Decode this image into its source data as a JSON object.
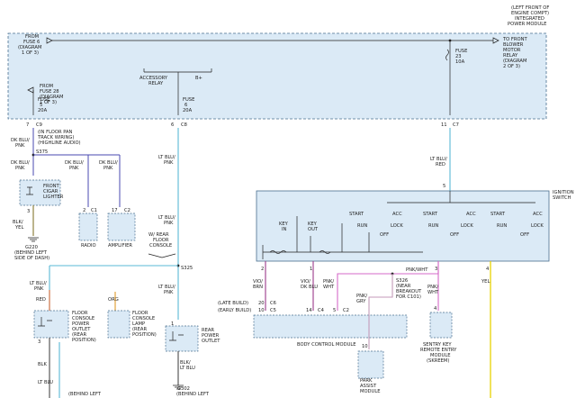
{
  "header": {
    "location_lines": [
      "(LEFT FRONT OF",
      "ENGINE COMPT)",
      "INTEGRATED",
      "POWER MODULE"
    ]
  },
  "ipm": {
    "from_fuse6": [
      "FROM",
      "FUSE 6",
      "(DIAGRAM",
      "1 OF 3)"
    ],
    "to_front_blower": [
      "TO FRONT",
      "BLOWER",
      "MOTOR",
      "RELAY",
      "(DIAGRAM",
      "2 OF 3)"
    ],
    "from_fuse28": [
      "FROM",
      "FUSE 28",
      "(DIAGRAM",
      "1 OF 3)"
    ],
    "accessory_relay": [
      "ACCESSORY",
      "RELAY"
    ],
    "bplus": "B+",
    "fuse_left": [
      "FUSE",
      "5",
      "20A"
    ],
    "fuse_mid": [
      "FUSE",
      "6",
      "20A"
    ],
    "fuse_right": [
      "FUSE",
      "23",
      "10A"
    ],
    "pin_c9": [
      "7",
      "C9"
    ],
    "pin_c8": [
      "6",
      "C8"
    ],
    "pin_c7": [
      "11",
      "C7"
    ]
  },
  "left": {
    "wire1": [
      "DK BLU/",
      "PNK"
    ],
    "infloor": [
      "(IN FLOOR PAN",
      "TRACK WIRING)",
      "(HIGHLINE AUDIO)"
    ],
    "s375": "S375",
    "w_a": [
      "DK BLU/",
      "PNK"
    ],
    "w_b": [
      "DK BLU/",
      "PNK"
    ],
    "w_c": [
      "DK BLU/",
      "PNK"
    ],
    "cigar": [
      "FRONT",
      "CIGAR",
      "LIGHTER"
    ],
    "radio_pin": [
      "2",
      "C1"
    ],
    "radio": "RADIO",
    "amp_pin": [
      "17",
      "C2"
    ],
    "amplifier": "AMPLIFIER",
    "pin3": "3",
    "blkyel": [
      "BLK/",
      "YEL"
    ],
    "g220": [
      "G220",
      "(BEHIND LEFT",
      "SIDE OF DASH)"
    ]
  },
  "center": {
    "ltblu1": [
      "LT BLU/",
      "PNK"
    ],
    "ltblu2": [
      "LT BLU/",
      "PNK"
    ],
    "wrear": [
      "W/ REAR",
      "FLOOR",
      "CONSOLE"
    ],
    "s325": "S325",
    "ltblu3": [
      "LT BLU/",
      "PNK"
    ],
    "red": "RED",
    "org": "ORG",
    "ltblu4": [
      "LT BLU/",
      "PNK"
    ],
    "fcpo": [
      "FLOOR",
      "CONSOLE",
      "POWER",
      "OUTLET",
      "(REAR",
      "POSITION)"
    ],
    "fcl": [
      "FLOOR",
      "CONSOLE",
      "LAMP",
      "(REAR",
      "POSITION)"
    ],
    "pin3": "3",
    "blk1": "BLK",
    "ltblu5": [
      "LT BLU"
    ],
    "behind": "(BEHIND LEFT",
    "rpo": [
      "REAR",
      "POWER",
      "OUTLET"
    ],
    "blk2": [
      "BLK/",
      "LT BLU"
    ],
    "g302": [
      "G302",
      "(BEHIND LEFT"
    ],
    "pin1": "1"
  },
  "right": {
    "ltblu_red": [
      "LT BLU/",
      "RED"
    ],
    "pin5": "5",
    "ignition": [
      "IGNITION",
      "SWITCH"
    ],
    "key_in": [
      "KEY",
      "IN"
    ],
    "key_out": [
      "KEY",
      "OUT"
    ],
    "start": "START",
    "acc": "ACC",
    "run": "RUN",
    "lock": "LOCK",
    "off": "OFF",
    "pin2": "2",
    "pin1": "1",
    "pin3": "3",
    "pin4": "4",
    "vio_brn": [
      "VIO/",
      "BRN"
    ],
    "vio_dkblu": [
      "VIO/",
      "DK BLU"
    ],
    "pnk_wht": [
      "PNK/",
      "WHT"
    ],
    "pnk_wht_top": "PNK/WHT",
    "pnk_wht2": [
      "PNK/",
      "WHT"
    ],
    "yel": "YEL",
    "s326": [
      "S326",
      "(NEAR",
      "BREAKOUT",
      "FOR C101)"
    ],
    "late": "(LATE BUILD)",
    "early": "(EARLY BUILD)",
    "c6": [
      "20",
      "C6"
    ],
    "c5": [
      "10",
      "C5"
    ],
    "c4": [
      "14",
      "C4"
    ],
    "c2": [
      "5",
      "C2"
    ],
    "bcm": "BODY CONTROL MODULE",
    "pnk_gry": [
      "PNK/",
      "GRY"
    ],
    "pa_pin": "10",
    "park_assist": [
      "PARK",
      "ASSIST",
      "MODULE"
    ],
    "sk_pin": "4",
    "sentry": [
      "SENTRY KEY",
      "REMOTE ENTRY",
      "MODULE",
      "(SKREEM)"
    ]
  }
}
